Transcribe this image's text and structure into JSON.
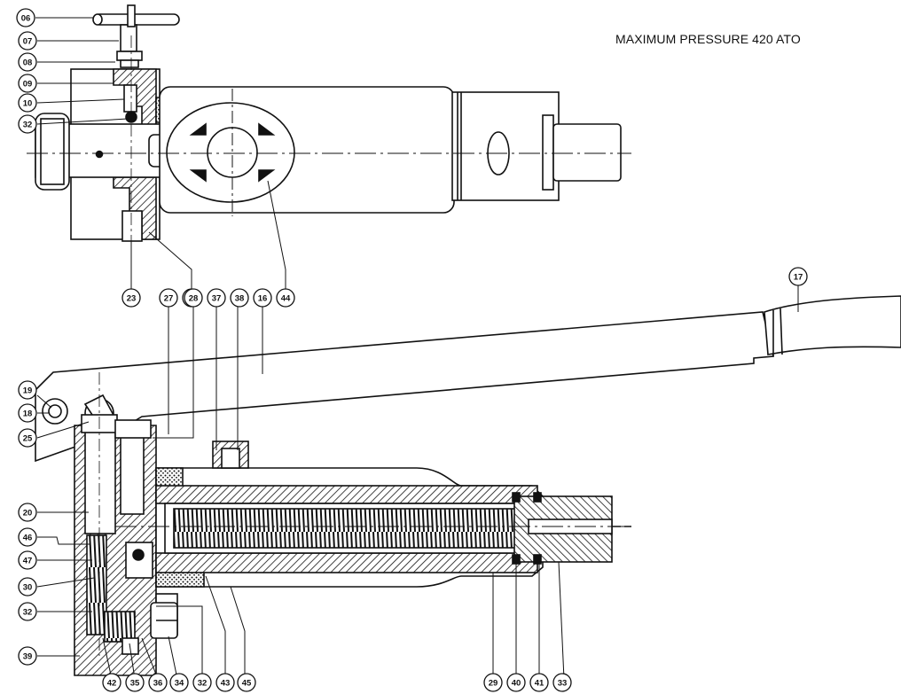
{
  "header": {
    "cut_text": "",
    "pressure_note": "MAXIMUM PRESSURE 420 ATO"
  },
  "colors": {
    "ink": "#111111",
    "paper": "#ffffff"
  },
  "callouts": {
    "c06": "06",
    "c07": "07",
    "c08": "08",
    "c09": "09",
    "c10": "10",
    "c32a": "32",
    "c23": "23",
    "c28a": "28",
    "c44": "44",
    "c27": "27",
    "c28b": "28",
    "c37": "37",
    "c38": "38",
    "c16": "16",
    "c17": "17",
    "c19": "19",
    "c18": "18",
    "c25": "25",
    "c20": "20",
    "c46": "46",
    "c47": "47",
    "c30": "30",
    "c32b": "32",
    "c39": "39",
    "c42": "42",
    "c35": "35",
    "c36": "36",
    "c34": "34",
    "c32c": "32",
    "c43": "43",
    "c45": "45",
    "c29": "29",
    "c40": "40",
    "c41": "41",
    "c33": "33"
  }
}
